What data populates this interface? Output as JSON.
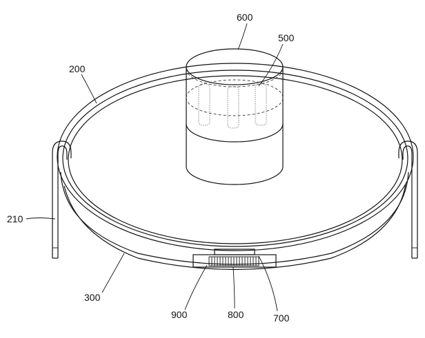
{
  "figure": {
    "labels": {
      "container": "600",
      "inner_part": "500",
      "upper_body": "200",
      "handle": "210",
      "lower_body": "300",
      "frame": "900",
      "grille": "800",
      "cover": "700"
    }
  }
}
